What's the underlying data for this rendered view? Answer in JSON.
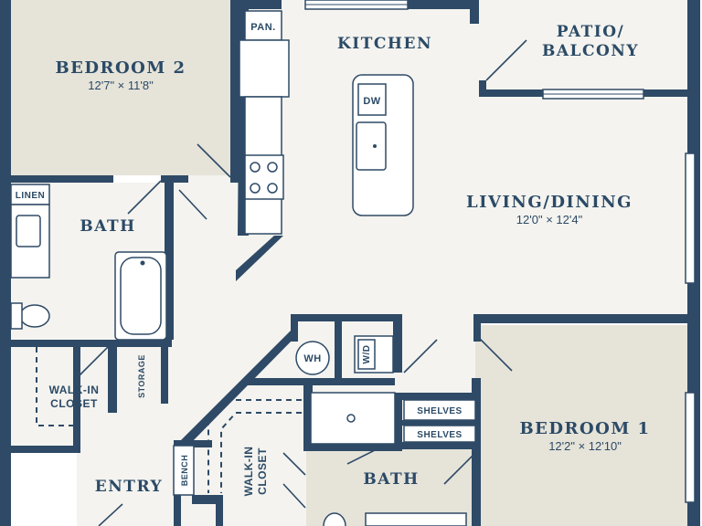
{
  "rooms": {
    "bedroom2": {
      "name": "BEDROOM 2",
      "dims": "12'7\" × 11'8\""
    },
    "kitchen": {
      "name": "KITCHEN"
    },
    "patio": {
      "name_line1": "PATIO/",
      "name_line2": "BALCONY"
    },
    "living": {
      "name": "LIVING/DINING",
      "dims": "12'0\" × 12'4\""
    },
    "bath_upper": {
      "name": "BATH"
    },
    "bedroom1": {
      "name": "BEDROOM 1",
      "dims": "12'2\" × 12'10\""
    },
    "bath_lower": {
      "name": "BATH"
    },
    "entry": {
      "name": "ENTRY"
    },
    "walkin_left": {
      "line1": "WALK-IN",
      "line2": "CLOSET"
    },
    "walkin_center": {
      "line1": "WALK-IN",
      "line2": "CLOSET"
    }
  },
  "fixtures": {
    "pantry": "PAN.",
    "dishwasher": "DW",
    "linen": "LINEN",
    "storage": "STORAGE",
    "water_heater": "WH",
    "washer_dryer": "W/D",
    "shelves_top": "SHELVES",
    "shelves_bottom": "SHELVES",
    "bench": "BENCH"
  },
  "colors": {
    "wall": "#2e4a66",
    "floor_light": "#f4f3ef",
    "floor_bedroom": "#e6e3d9",
    "label": "#2b4a66"
  }
}
